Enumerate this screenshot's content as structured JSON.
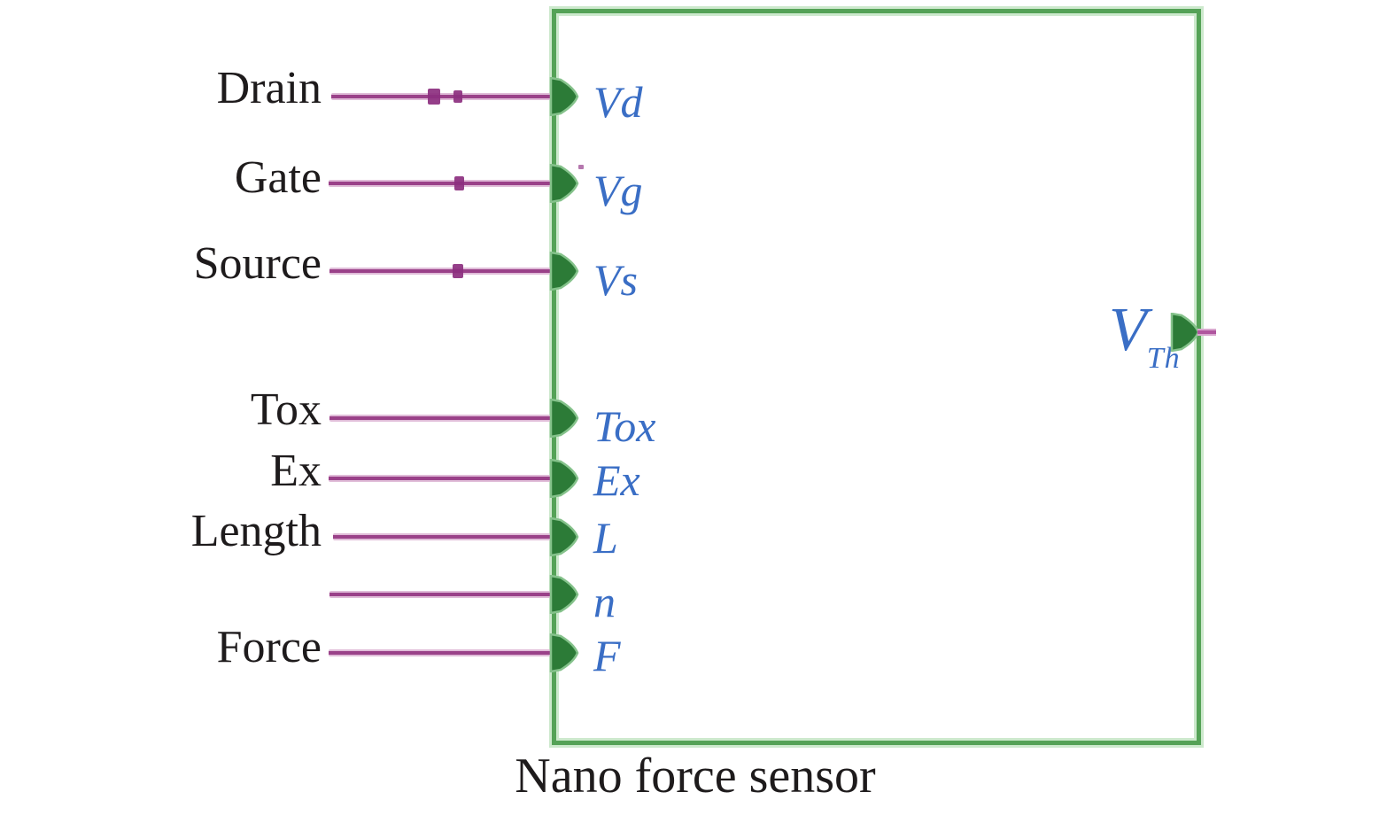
{
  "block": {
    "title": "Nano force sensor"
  },
  "inputs": [
    {
      "label": "Drain",
      "port": "Vd"
    },
    {
      "label": "Gate",
      "port": "Vg"
    },
    {
      "label": "Source",
      "port": "Vs"
    },
    {
      "label": "Tox",
      "port": "Tox"
    },
    {
      "label": "Ex",
      "port": "Ex"
    },
    {
      "label": "Length",
      "port": "L"
    },
    {
      "label": "",
      "port": "n"
    },
    {
      "label": "Force",
      "port": "F"
    }
  ],
  "output": {
    "main": "V",
    "sub": "Th"
  },
  "colors": {
    "box_border": "#55a257",
    "box_halo": "#cde9cd",
    "pin_fill": "#2c7b37",
    "pin_edge": "#85c28b",
    "wire_core": "#9a4189",
    "wire_edge": "#e0bcd8",
    "marker": "#8c2f7f",
    "port_text": "#3a6ec5",
    "label_text": "#1e1b1c",
    "stub": "#b0569f"
  }
}
